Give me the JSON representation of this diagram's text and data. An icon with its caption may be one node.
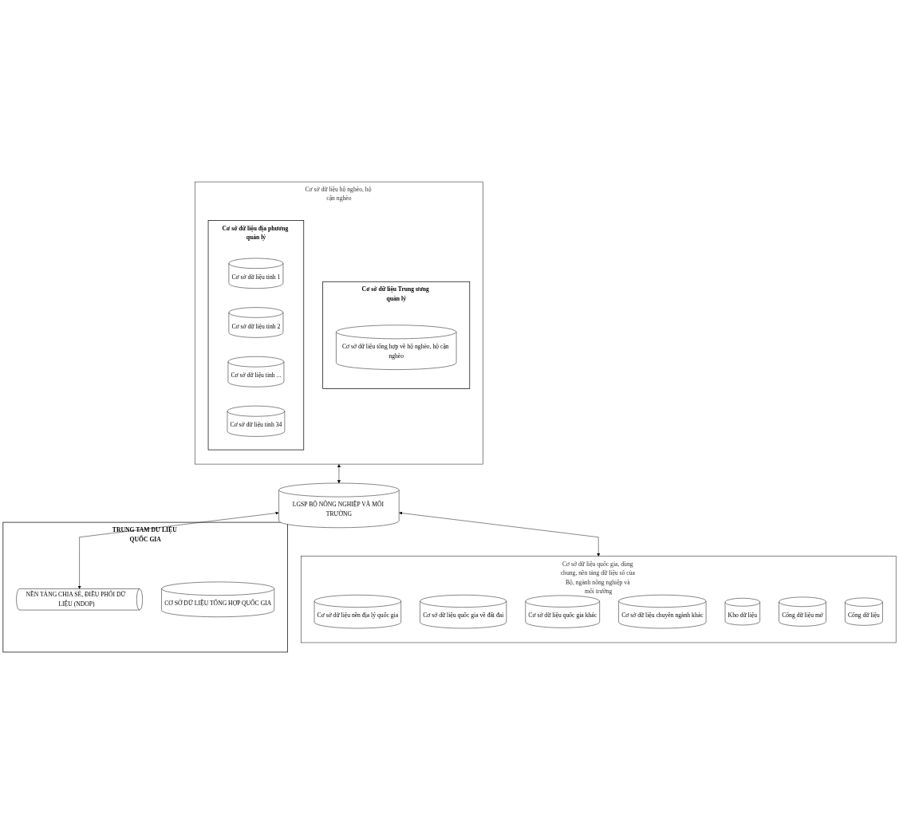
{
  "diagram": {
    "nodes": [
      {
        "text": [
          "Cơ sở dữ liệu hộ nghèo, hộ cận nghèo"
        ]
      },
      {
        "text": [
          "Cơ sở dữ liệu Trung ương quản lý"
        ],
        "in": 0
      },
      {
        "text": [
          "Cơ sở dữ liệu tổng hợp về hộ nghèo, hộ cận nghèo"
        ],
        "in": 1
      },
      {
        "text": [
          "Cơ sở dữ liệu địa phương quản lý"
        ],
        "in": 0
      },
      {
        "text": [
          "Cơ sở dữ liệu tỉnh 1"
        ],
        "in": 3
      },
      {
        "text": [
          "Cơ sở dữ liệu tỉnh 2"
        ],
        "in": 3
      },
      {
        "text": [
          "Cơ sở dữ liệu tỉnh ..."
        ],
        "in": 3
      },
      {
        "text": [
          "Cơ sở dữ liệu tỉnh 34"
        ],
        "in": 3
      },
      {
        "text": [
          "LGSP BỘ NÔNG NGHIỆP VÀ MÔI TRƯỜNG"
        ]
      },
      {
        "text": [
          "Cơ sở dữ liệu quốc gia, dùng chung, nền tảng dữ liệu số của Bộ, ngành nông nghiệp và môi trường"
        ]
      },
      {
        "text": [
          "Cơ sở dữ liệu nền địa lý quốc gia"
        ],
        "in": 9
      },
      {
        "text": [
          "Cơ sở dữ liệu quốc gia về đất đai"
        ],
        "in": 9
      },
      {
        "text": [
          "Cơ sở dữ liệu quốc gia khác"
        ],
        "in": 9
      },
      {
        "text": [
          "Cơ sở dữ liệu chuyên ngành khác"
        ],
        "in": 9
      },
      {
        "text": [
          "Kho dữ liệu"
        ],
        "in": 9
      },
      {
        "text": [
          "Cổng dữ liệu mở"
        ],
        "in": 9
      },
      {
        "text": [
          "Cổng dữ liệu"
        ],
        "in": 9
      },
      {
        "text": [
          "TRUNG TAM DƯ LIỆU QUỐC GIA"
        ]
      },
      {
        "text": [
          "NỀN TẢNG CHIA SẺ, ĐIỀU PHỐI DỮ LIỆU (NDOP)"
        ],
        "in": 17
      },
      {
        "text": [
          "CƠ SỞ DỮ LIỆU TỔNG HỢP QUỐC GIA"
        ],
        "in": 17
      }
    ],
    "edges": [
      {
        "from": 0,
        "to": 8,
        "arrow": "both"
      },
      {
        "from": 8,
        "to": 9,
        "arrow": "both"
      },
      {
        "from": 8,
        "to": 18,
        "arrow": "both"
      }
    ]
  }
}
